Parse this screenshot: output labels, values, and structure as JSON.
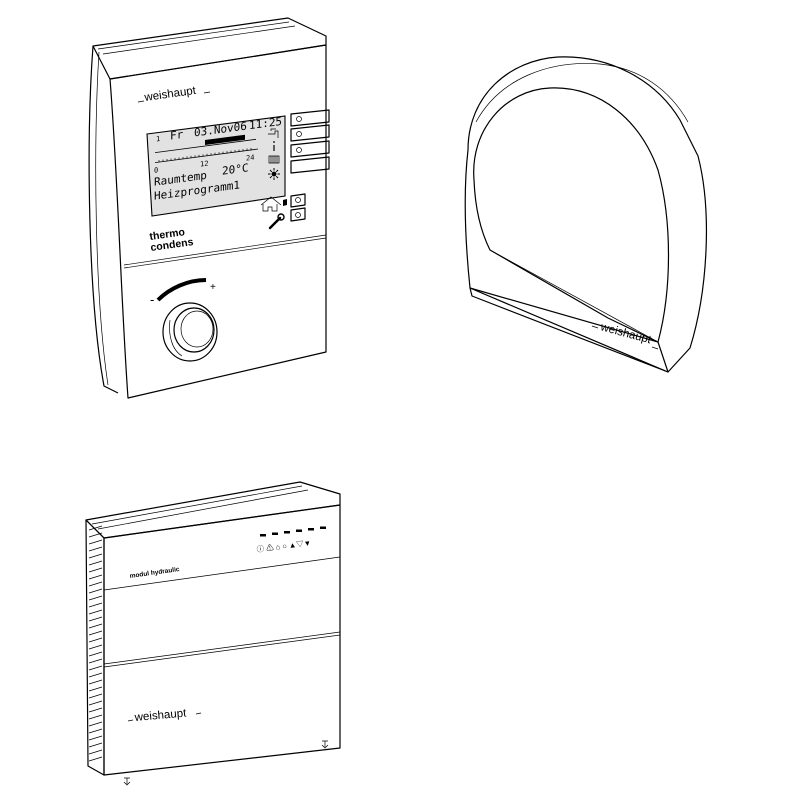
{
  "brand": {
    "name": "weishaupt"
  },
  "controller": {
    "display": {
      "line1": {
        "num": "1",
        "day": "Fr",
        "date": "03.Nov06",
        "time": "11:25"
      },
      "bar_ticks": [
        "0",
        "12",
        "24"
      ],
      "room_label": "Raumtemp",
      "room_value": "20°C",
      "program": "Heizprogramm1"
    },
    "product_line": [
      "thermo",
      "condens"
    ],
    "dial_minus": "-",
    "dial_plus": "+",
    "icons": [
      "tap-icon",
      "info-icon",
      "radiator-icon",
      "sun-icon",
      "home-icon",
      "wrench-icon"
    ]
  },
  "sensor": {},
  "module": {
    "label": "modul hydraulic",
    "indicator_symbols": "ⓘ ⚠ ⌂ ○ ▲▽▼"
  }
}
